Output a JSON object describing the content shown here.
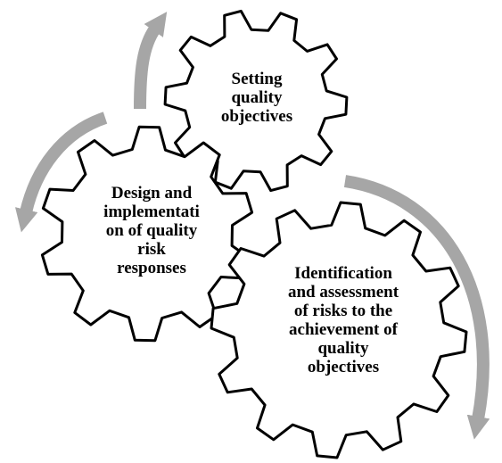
{
  "colors": {
    "gear_fill": "#ffffff",
    "gear_stroke": "#000000",
    "arrow": "#a6a6a6"
  },
  "gears": {
    "top": {
      "lines": [
        "Setting",
        "quality",
        "objectives"
      ]
    },
    "left": {
      "lines": [
        "Design and",
        "implementati",
        "on of quality",
        "risk",
        "responses"
      ]
    },
    "right": {
      "lines": [
        "Identification",
        "and assessment",
        "of risks to the",
        "achievement of",
        "quality",
        "objectives"
      ]
    }
  },
  "arrows": [
    {
      "name": "cycle-arrow-left-to-top",
      "icon": "curved-arrow-icon"
    },
    {
      "name": "cycle-arrow-left-down",
      "icon": "curved-arrow-icon"
    },
    {
      "name": "cycle-arrow-right-down",
      "icon": "curved-arrow-icon"
    }
  ]
}
